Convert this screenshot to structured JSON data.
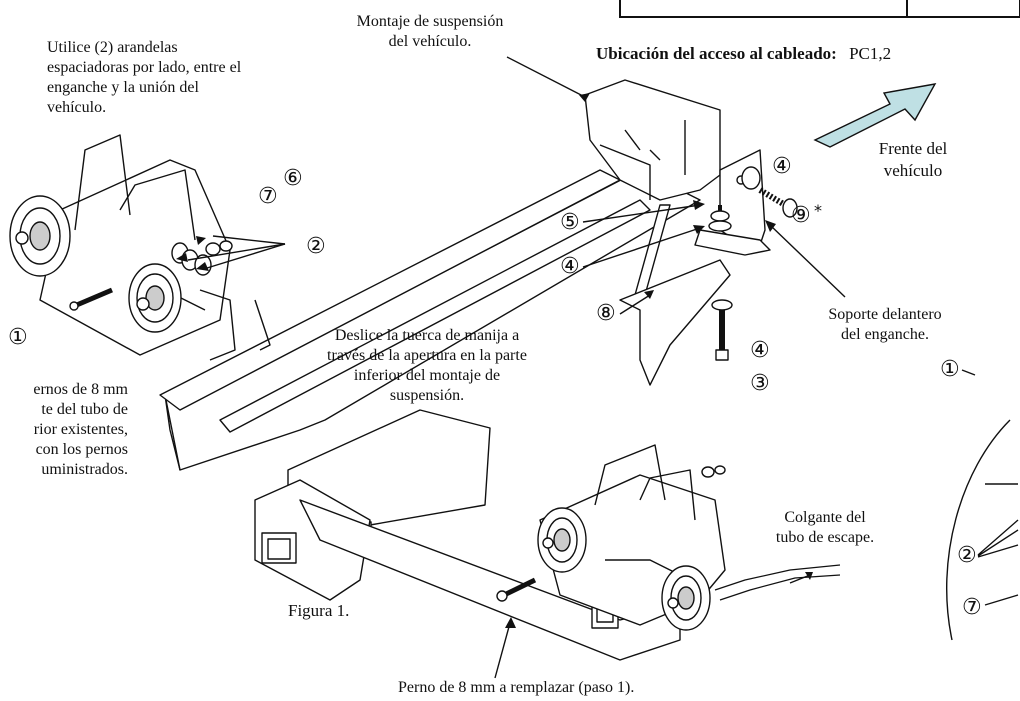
{
  "labels": {
    "suspension_mount": [
      "Montaje de suspensión",
      "del vehículo."
    ],
    "spacers": [
      "Utilice (2) arandelas",
      "espaciadoras por lado, entre el",
      "enganche y la unión del",
      "vehículo."
    ],
    "wiring_title": "Ubicación del acceso al cableado:",
    "wiring_value": "PC1,2",
    "front": [
      "Frente del",
      "vehículo"
    ],
    "handle_nut": [
      "Deslice la tuerca de manija a",
      "través de la apertura en la parte",
      "inferior del montaje de",
      "suspensión."
    ],
    "front_bracket": [
      "Soporte delantero",
      "del enganche."
    ],
    "left_bolts": [
      "ernos de 8 mm",
      "te del tubo de",
      "rior existentes,",
      "con los pernos",
      "uministrados."
    ],
    "exhaust": [
      "Colgante del",
      "tubo de escape."
    ],
    "figure": "Figura 1.",
    "bolt_replace": "Perno de 8 mm a remplazar (paso 1)."
  },
  "callouts": {
    "n1": "①",
    "n2": "②",
    "n3": "③",
    "n4": "④",
    "n5": "⑤",
    "n6": "⑥",
    "n7": "⑦",
    "n8": "⑧",
    "n9": "⑨",
    "asterisk": "*"
  },
  "colors": {
    "arrow_fill": "#bfe0e4",
    "line": "#111111"
  }
}
